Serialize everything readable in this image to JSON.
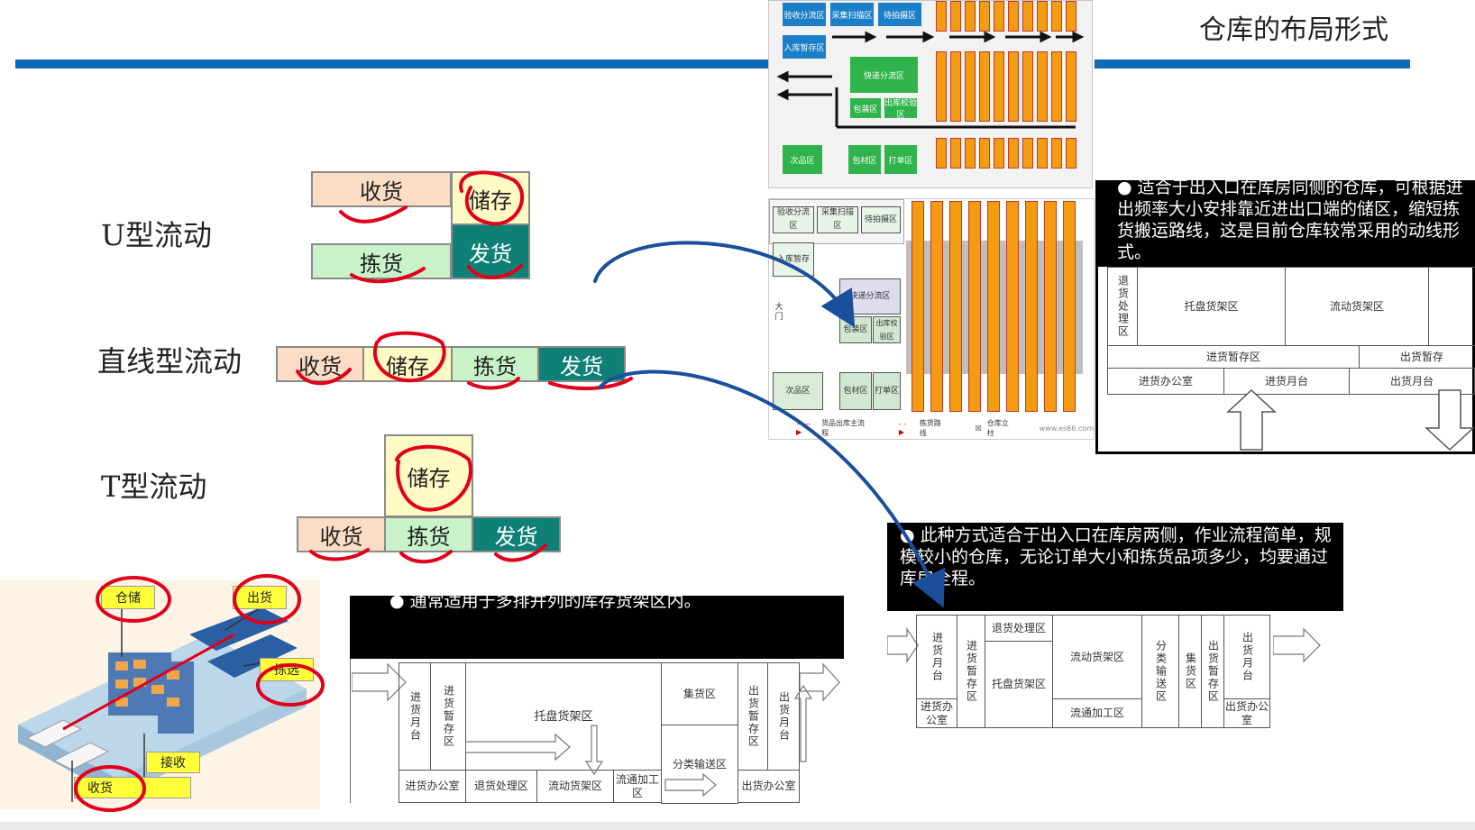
{
  "page": {
    "title": "仓库的布局形式"
  },
  "flows": {
    "u": {
      "label": "U型流动",
      "receive": "收货",
      "store": "储存",
      "pick": "拣货",
      "ship": "发货"
    },
    "line": {
      "label": "直线型流动",
      "receive": "收货",
      "store": "储存",
      "pick": "拣货",
      "ship": "发货"
    },
    "t": {
      "label": "T型流动",
      "receive": "收货",
      "store": "储存",
      "pick": "拣货",
      "ship": "发货"
    }
  },
  "iso": {
    "storage": "仓储",
    "shipping": "出货",
    "picking": "拣选",
    "accept": "接收",
    "receive": "收货"
  },
  "bullets": {
    "t_text": "通常适用于多排并列的库存货架区内。",
    "line_text": "此种方式适合于出入口在库房两侧，作业流程简单，规模较小的仓库，无论订单大小和拣货品项多少，均要通过库房全程。",
    "u_text": "适合于出入口在库房同侧的仓库，可根据进出频率大小安排靠近进出口端的储区，缩短拣货搬运路线，这是目前仓库较常采用的动线形式。"
  },
  "diagram_t": {
    "in_dock": "进货月台",
    "in_temp": "进货暂存区",
    "pallet": "托盘货架区",
    "collect": "集货区",
    "out_temp": "出货暂存区",
    "out_dock": "出货月台",
    "in_office": "进货办公室",
    "return": "退货处理区",
    "flow_rack": "流动货架区",
    "process": "流通加工区",
    "sort": "分类输送区",
    "out_office": "出货办公室"
  },
  "diagram_line": {
    "in_dock": "进货月台",
    "in_temp": "进货暂存区",
    "return": "退货处理区",
    "pallet": "托盘货架区",
    "flow_rack": "流动货架区",
    "process": "流通加工区",
    "sort": "分类输送区",
    "collect": "集货区",
    "out_temp": "出货暂存区",
    "out_dock": "出货月台",
    "in_office": "进货办公室",
    "out_office": "出货办公室"
  },
  "diagram_u": {
    "return": "退货处理区",
    "pallet": "托盘货架区",
    "flow_rack": "流动货架区",
    "in_temp": "进货暂存区",
    "out_temp": "出货暂存",
    "in_office": "进货办公室",
    "in_dock": "进货月台",
    "out_dock": "出货月台"
  },
  "wh1": {
    "b1": "验收分流区",
    "b2": "采集扫描区",
    "b3": "待拍摄区",
    "b4": "入库暂存区",
    "b5": "快递分流区",
    "b6": "包装区",
    "b7": "出库校验区",
    "b8": "次品区",
    "b9": "包材区",
    "b10": "打单区"
  },
  "wh2": {
    "b1": "验收分流区",
    "b2": "采集扫描区",
    "b3": "待拍摄区",
    "b4": "入库暂存",
    "b5": "快递分流区",
    "b6": "包装区",
    "b7": "出库校验区",
    "b8": "次品区",
    "b9": "包材区",
    "b10": "打单区",
    "door": "大门",
    "legend1": "货品出库主流程",
    "legend2": "拣货路线",
    "legend3": "仓库立柱",
    "site": "www.es66.com"
  },
  "colors": {
    "rule": "#1168b8",
    "receive": "#fbdcc4",
    "store": "#fff9c4",
    "pick": "#c9f2c9",
    "ship": "#0f8077",
    "ink": "#e0001a"
  }
}
